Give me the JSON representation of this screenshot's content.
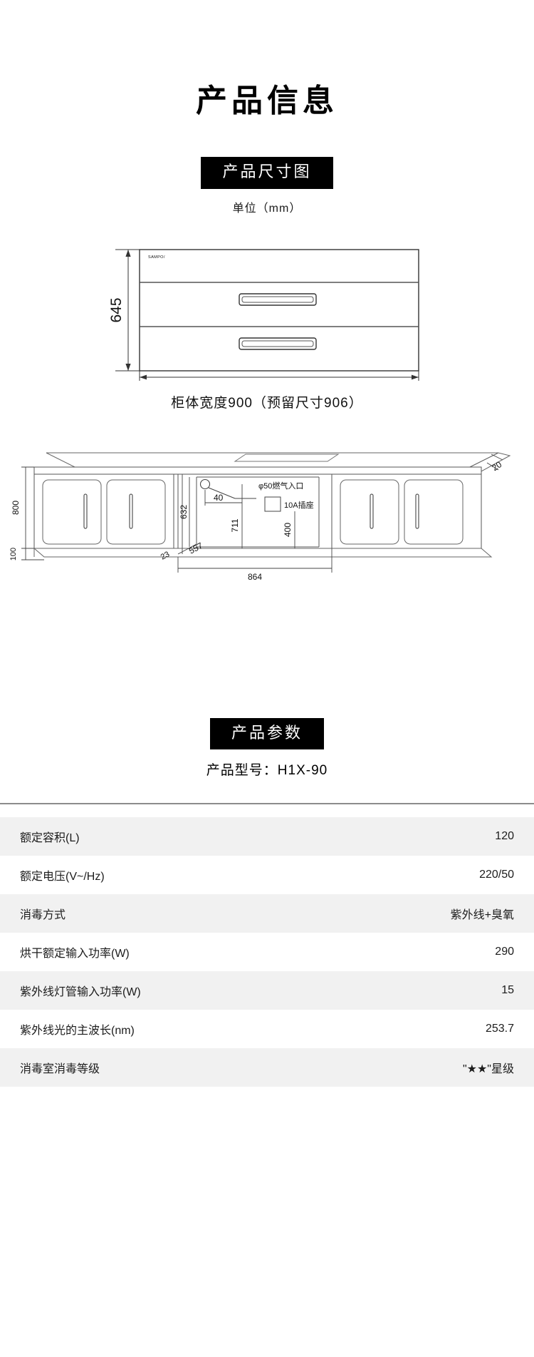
{
  "page": {
    "title": "产品信息"
  },
  "dimension_section": {
    "badge_label": "产品尺寸图",
    "unit_note": "单位（mm）",
    "front_view": {
      "brand_mark": "SAMPO/",
      "height_label": "645",
      "caption": "柜体宽度900（预留尺寸906）"
    },
    "cabinet_view": {
      "labels": {
        "total_height": "800",
        "plinth_height": "100",
        "depth_top": "20",
        "gas_inlet": "φ50燃气入口",
        "gas_offset": "40",
        "socket": "10A插座",
        "opening_height": "632",
        "mid_height": "711",
        "socket_height": "400",
        "gap_left": "23",
        "depth": "557",
        "opening_width": "864"
      }
    }
  },
  "params_section": {
    "badge_label": "产品参数",
    "model_label": "产品型号：H1X-90",
    "rows": [
      {
        "name": "额定容积(L)",
        "value": "120"
      },
      {
        "name": "额定电压(V~/Hz)",
        "value": "220/50"
      },
      {
        "name": "消毒方式",
        "value": "紫外线+臭氧"
      },
      {
        "name": "烘干额定输入功率(W)",
        "value": "290"
      },
      {
        "name": "紫外线灯管输入功率(W)",
        "value": "15"
      },
      {
        "name": "紫外线光的主波长(nm)",
        "value": "253.7"
      },
      {
        "name": "消毒室消毒等级",
        "value": "\"★★\"星级"
      }
    ]
  },
  "colors": {
    "badge_bg": "#000000",
    "badge_text": "#ffffff",
    "row_alt_bg": "#f1f1f1",
    "rule": "#8c8c8c",
    "line": "#222222"
  }
}
